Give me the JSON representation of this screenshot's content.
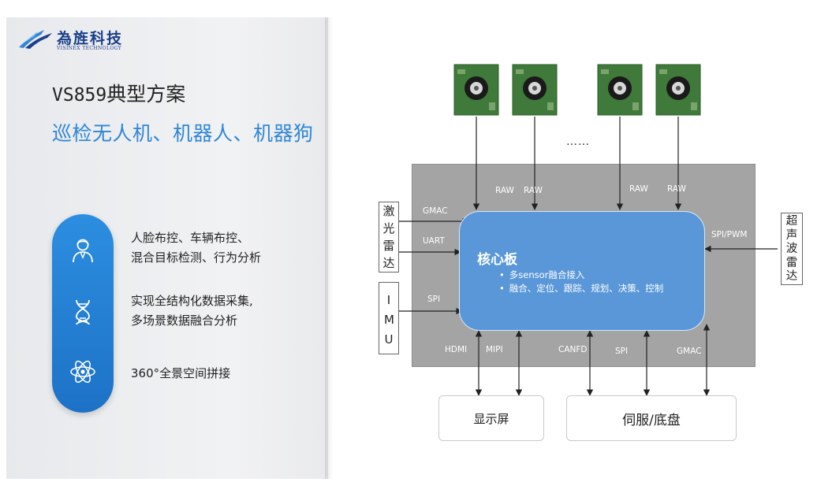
{
  "logo": {
    "cn": "為旌科技",
    "en": "VISINEX TECHNOLOGY"
  },
  "title": {
    "model": "VS859",
    "suffix": "典型方案"
  },
  "subtitle": "巡检无人机、机器人、机器狗",
  "features": [
    {
      "icon": "person-icon",
      "lines": [
        "人脸布控、车辆布控、",
        "混合目标检测、行为分析"
      ]
    },
    {
      "icon": "dna-icon",
      "lines": [
        "实现全结构化数据采集,",
        "多场景数据融合分析"
      ]
    },
    {
      "icon": "atom-icon",
      "lines": [
        "360°全景空间拼接"
      ]
    }
  ],
  "diagram": {
    "dots": "……",
    "core_title": "核心板",
    "core_items": [
      "多sensor融合接入",
      "融合、定位、跟踪、规划、决策、控制"
    ],
    "interfaces": {
      "raw": "RAW",
      "gmac": "GMAC",
      "uart": "UART",
      "spi": "SPI",
      "spi_pwm": "SPI/PWM",
      "hdmi": "HDMI",
      "mipi": "MIPI",
      "canfd": "CANFD"
    },
    "devices": {
      "lidar": "激光雷达",
      "imu": "IMU",
      "ultrasonic": "超声波雷达",
      "display": "显示屏",
      "servo": "伺服/底盘"
    }
  },
  "colors": {
    "accent": "#2f86d6",
    "core": "#5a97d9",
    "board": "#a4a4a4",
    "pill": "#1d72c7"
  }
}
